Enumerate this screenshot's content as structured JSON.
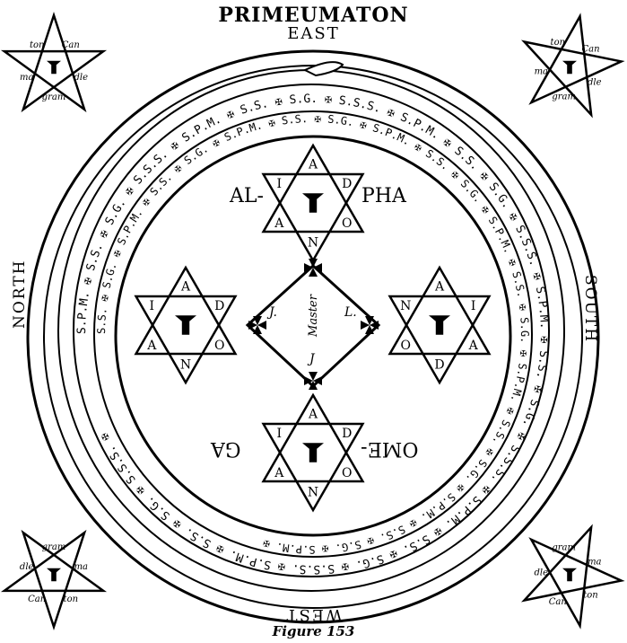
{
  "title": "PRIMEUMATON",
  "directions": {
    "east": "EAST",
    "west": "WEST",
    "north": "NORTH",
    "south": "SOUTH"
  },
  "caption": "Figure 153",
  "center": {
    "alpha_left": "AL-",
    "alpha_right": "PHA",
    "omega_left": "OME-",
    "omega_right": "GA",
    "master": "Master"
  },
  "hexagram_letters": {
    "top": [
      "A",
      "D",
      "O",
      "N",
      "A",
      "I"
    ],
    "left": [
      "A",
      "D",
      "O",
      "N",
      "A",
      "I"
    ],
    "right": [
      "A",
      "I",
      "A",
      "D",
      "O",
      "N"
    ],
    "bottom": [
      "A",
      "D",
      "O",
      "N",
      "A",
      "I"
    ]
  },
  "pentagram_words": [
    "Can",
    "dle",
    "gram",
    "ma",
    "ton"
  ],
  "ring_text": {
    "outer": "S.P.M. ✠ S.S. ✠ S.G. ✠ S.S.S. ✠",
    "inner": "S.S. ✠ S.G. ✠ S.P.M. ✠"
  }
}
